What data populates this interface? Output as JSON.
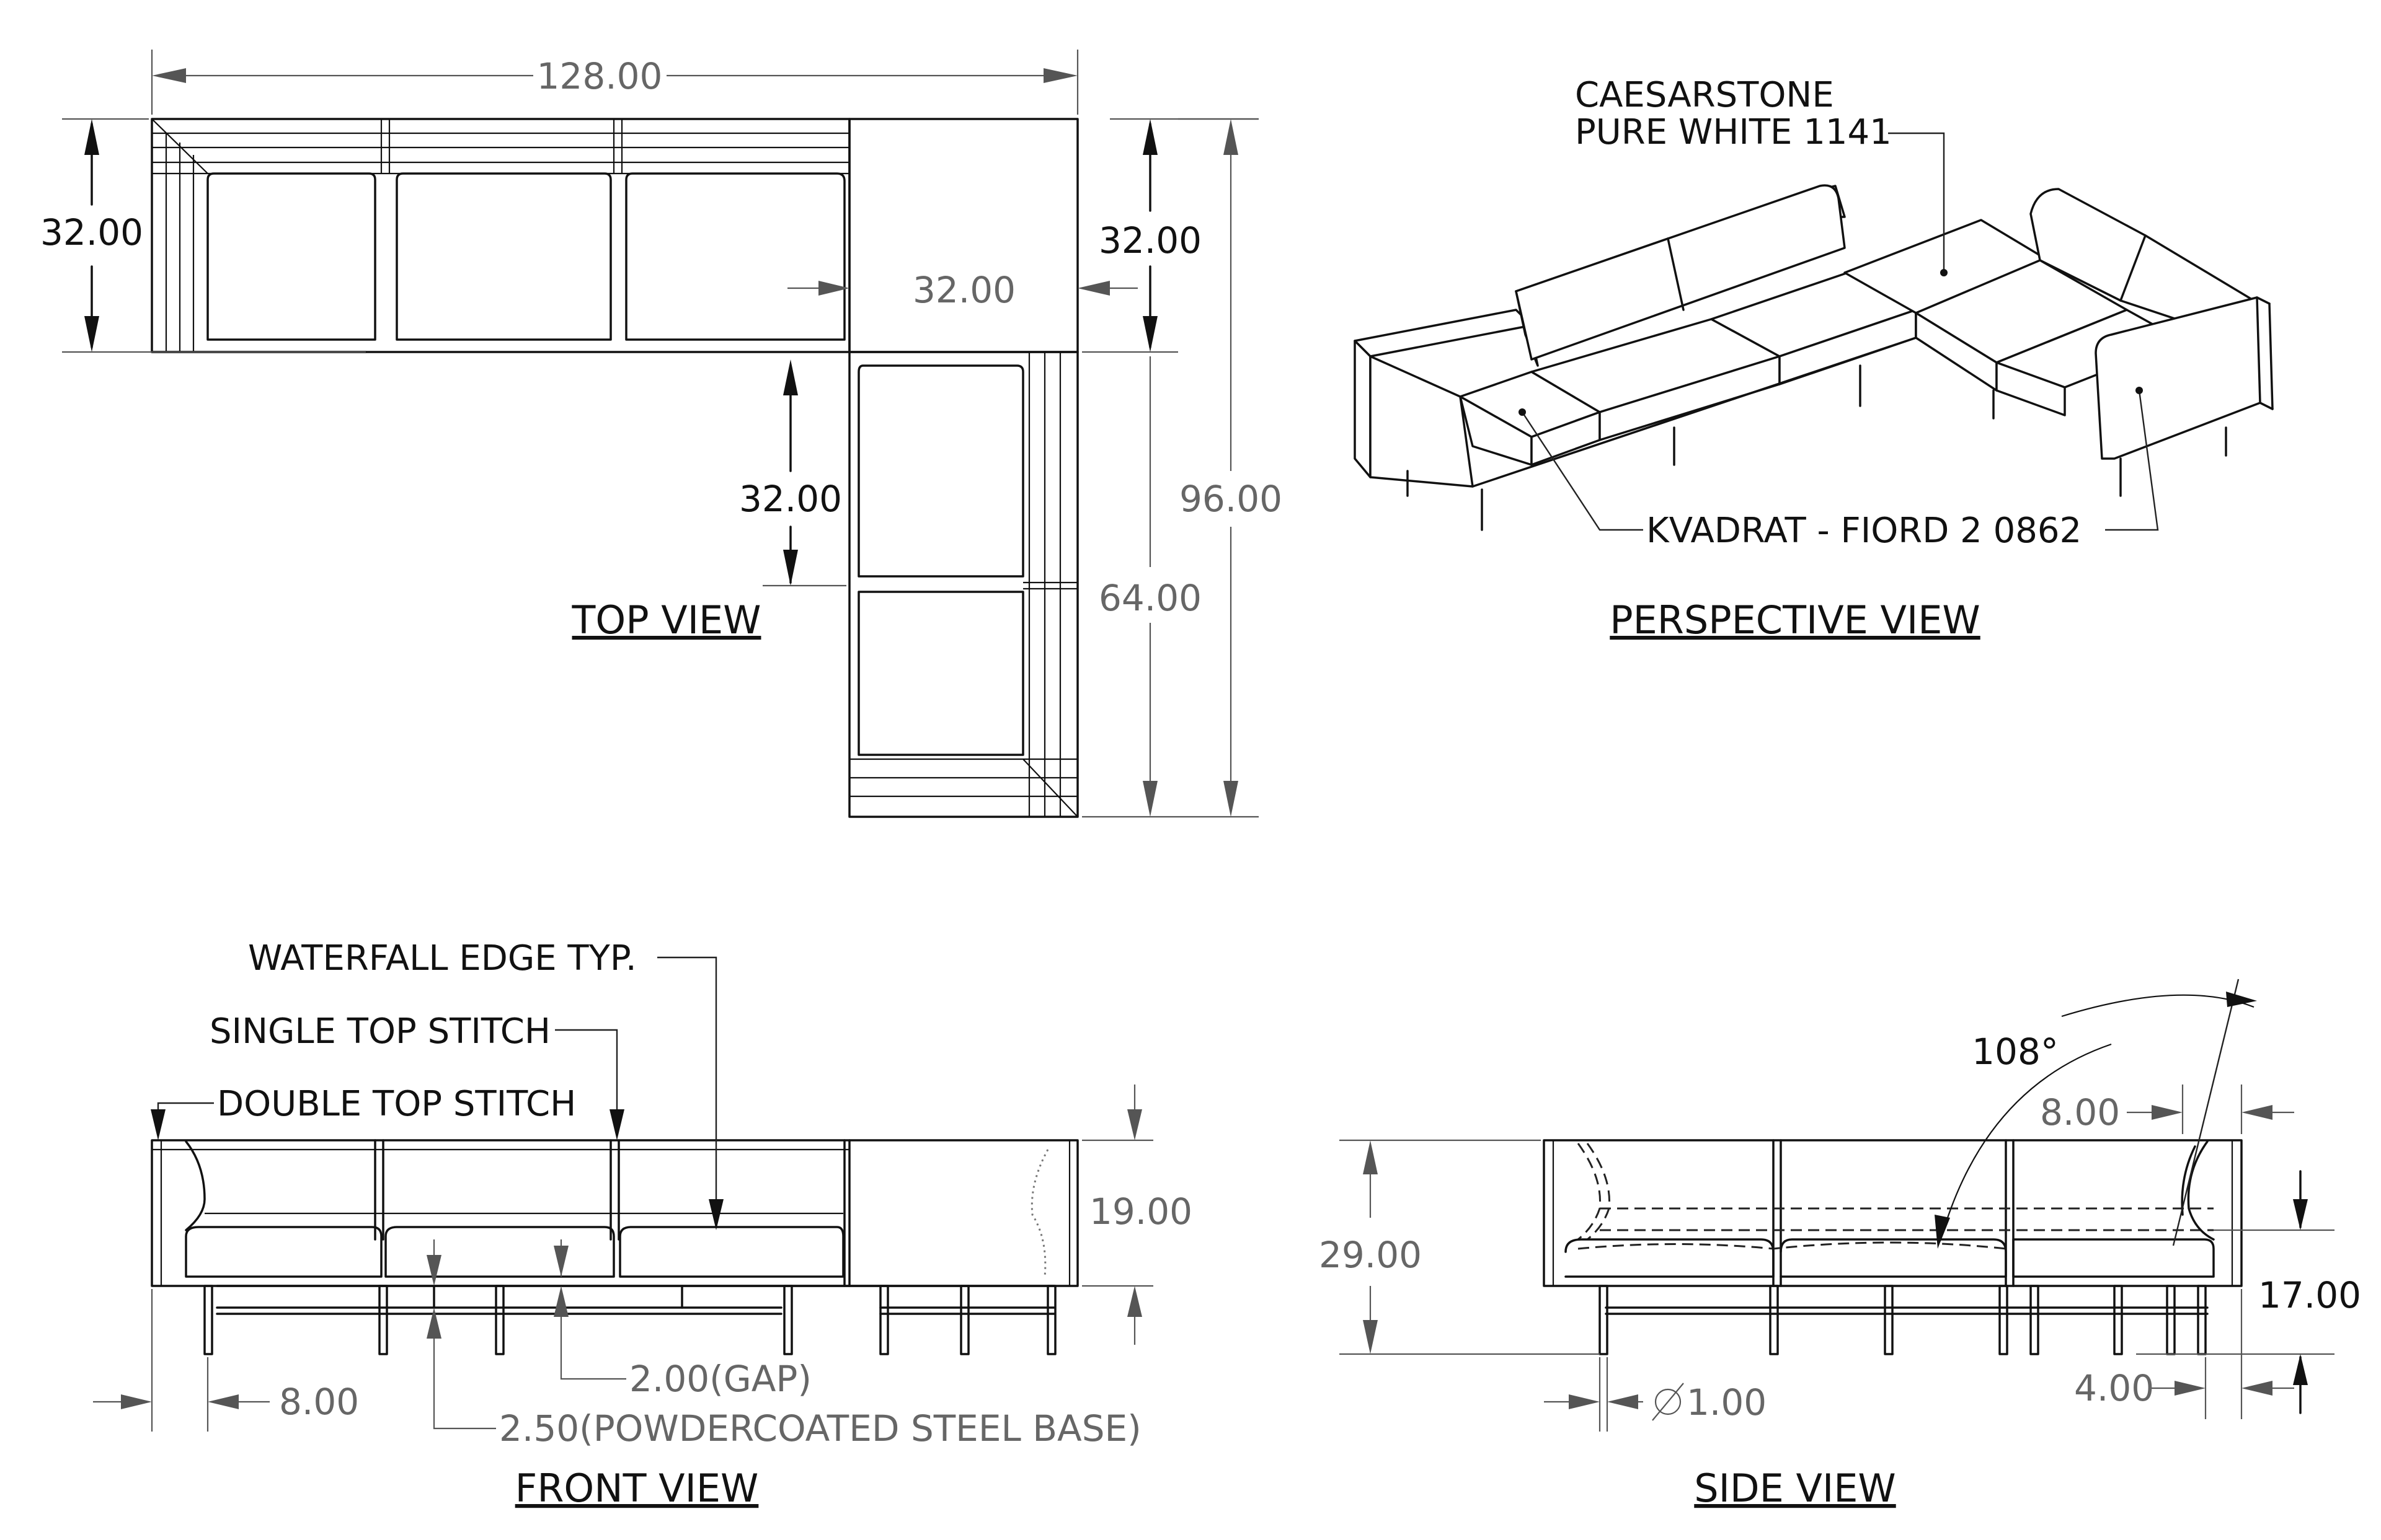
{
  "views": {
    "top": "TOP VIEW",
    "perspective": "PERSPECTIVE VIEW",
    "front": "FRONT VIEW",
    "side": "SIDE VIEW"
  },
  "top_view": {
    "overall_width": "128.00",
    "depth_left": "32.00",
    "corner_width": "32.00",
    "depth_right": "32.00",
    "inner_depth": "32.00",
    "overall_depth": "96.00",
    "chaise_length": "64.00"
  },
  "perspective_view": {
    "top_material": [
      "CAESARSTONE",
      "PURE WHITE 1141"
    ],
    "fabric": "KVADRAT - FIORD 2 0862"
  },
  "front_view": {
    "waterfall_note": "WATERFALL EDGE TYP.",
    "single_stitch_note": "SINGLE TOP STITCH",
    "double_stitch_note": "DOUBLE TOP STITCH",
    "back_height": "19.00",
    "leg_inset": "8.00",
    "gap": "2.00(GAP)",
    "base": "2.50(POWDERCOATED STEEL BASE)"
  },
  "side_view": {
    "angle": "108°",
    "arm_width": "8.00",
    "overall_height": "29.00",
    "seat_height": "17.00",
    "leg_diameter": "1.00",
    "leg_offset": "4.00"
  }
}
